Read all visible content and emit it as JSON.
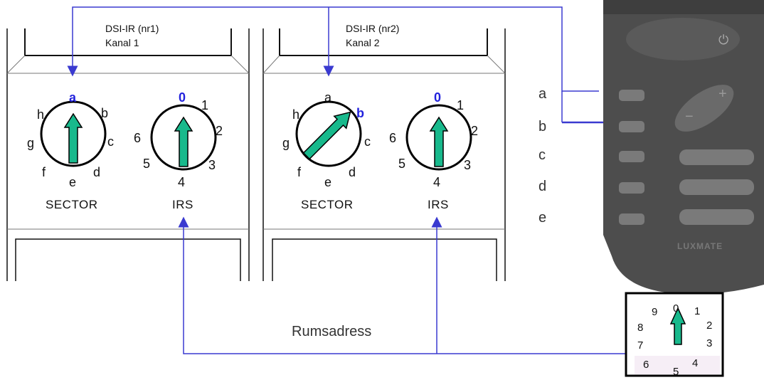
{
  "module1": {
    "title_line1": "DSI-IR (nr1)",
    "title_line2": "Kanal 1",
    "sector": {
      "labels": [
        "a",
        "b",
        "c",
        "d",
        "e",
        "f",
        "g",
        "h"
      ],
      "active": "a",
      "caption": "SECTOR"
    },
    "irs": {
      "labels": [
        "0",
        "1",
        "2",
        "3",
        "4",
        "5",
        "6"
      ],
      "active": "0",
      "caption": "IRS"
    }
  },
  "module2": {
    "title_line1": "DSI-IR (nr2)",
    "title_line2": "Kanal 2",
    "sector": {
      "labels": [
        "a",
        "b",
        "c",
        "d",
        "e",
        "f",
        "g",
        "h"
      ],
      "active": "b",
      "caption": "SECTOR"
    },
    "irs": {
      "labels": [
        "0",
        "1",
        "2",
        "3",
        "4",
        "5",
        "6"
      ],
      "active": "0",
      "caption": "IRS"
    }
  },
  "remote": {
    "button_letters": [
      "a",
      "b",
      "c",
      "d",
      "e"
    ],
    "brand": "LUXMATE",
    "power_symbol": "⏻",
    "plus": "+",
    "minus": "−"
  },
  "room_address": {
    "label": "Rumsadress",
    "digits": [
      "0",
      "1",
      "2",
      "3",
      "4",
      "5",
      "6",
      "7",
      "8",
      "9"
    ]
  },
  "colors": {
    "arrow": "#18b98c",
    "line": "#3a3ad0",
    "remote_body": "#4d4d4d",
    "remote_button": "#7a7a7a"
  }
}
